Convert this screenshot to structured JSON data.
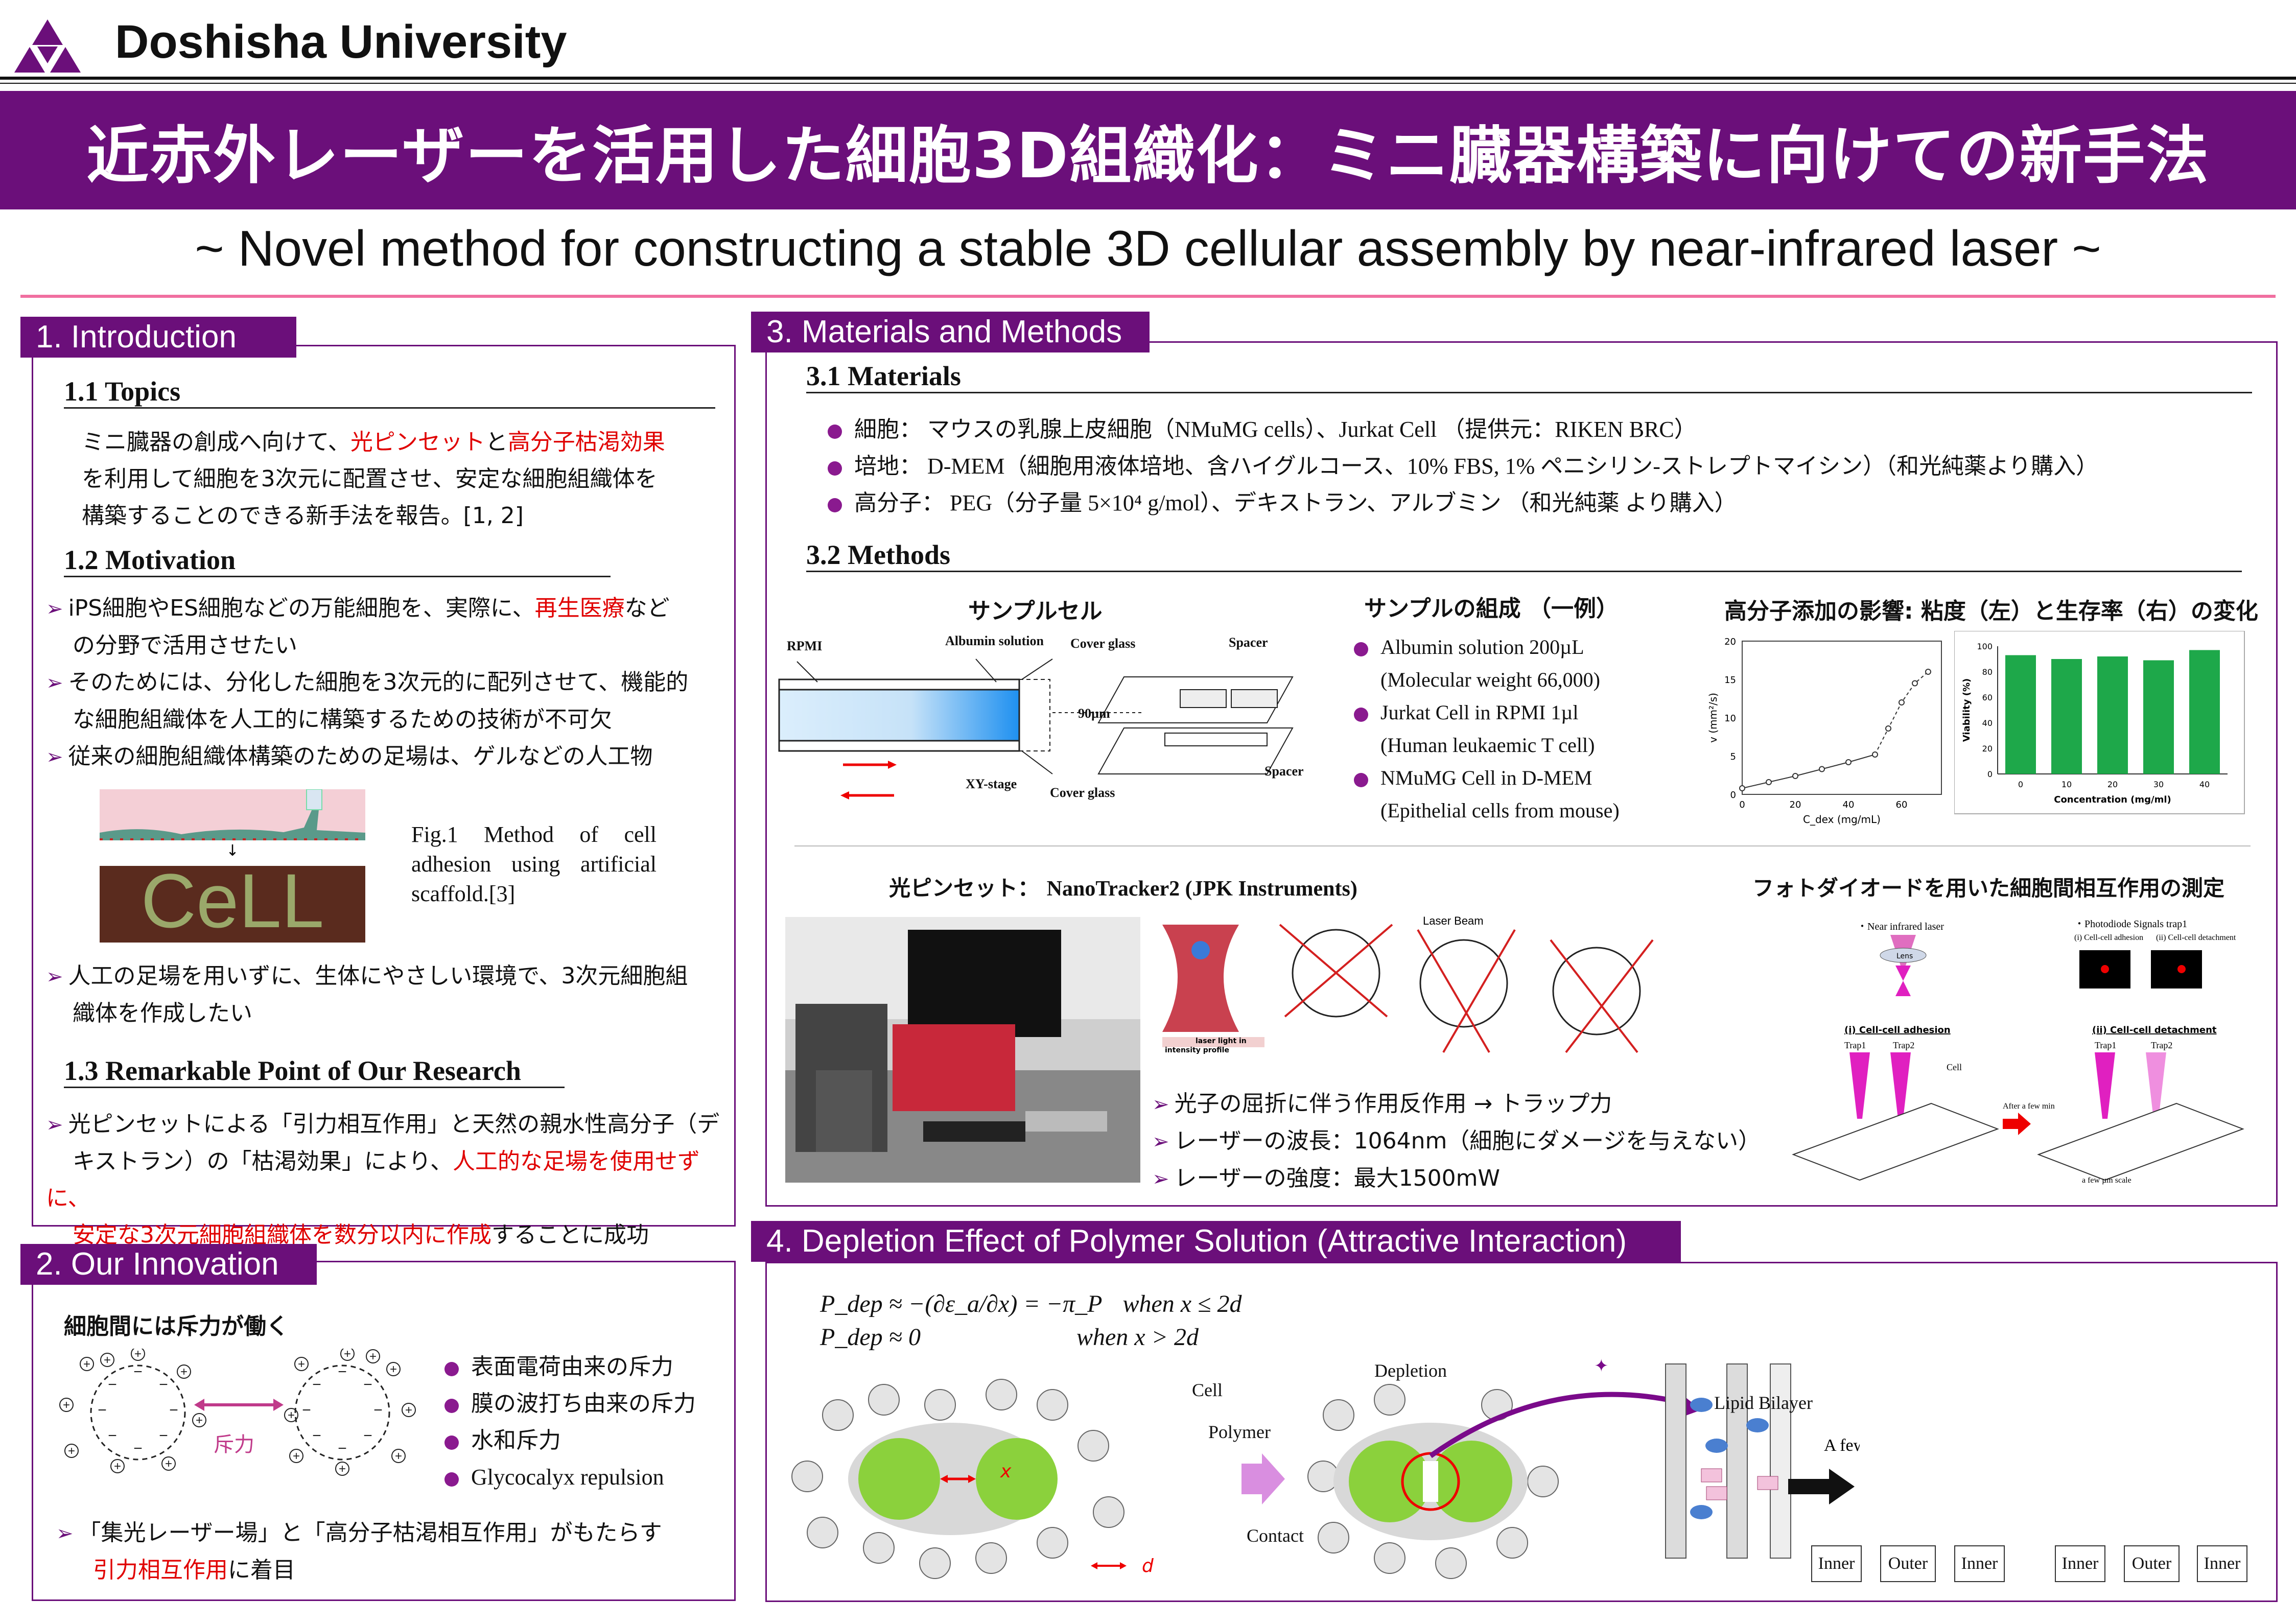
{
  "header": {
    "university": "Doshisha University"
  },
  "title": "近赤外レーザーを活用した細胞3D組織化：ミニ臓器構築に向けての新手法",
  "subtitle": "~ Novel method for constructing a stable 3D cellular assembly by near-infrared laser ~",
  "colors": {
    "brand": "#6b0f7a",
    "accent_red": "#e00000",
    "pink_rule": "#f06fa0",
    "bar_green": "#1ea84a"
  },
  "intro": {
    "tab": "1. Introduction",
    "topics_head": "1.1 Topics",
    "topics": {
      "p1": "ミニ臓器の創成へ向けて、",
      "r1": "光ピンセット",
      "p2": "と",
      "r2": "高分子枯渇効果",
      "l2": "を利用して細胞を3次元に配置させ、安定な細胞組織体を",
      "l3": "構築することのできる新手法を報告。[1, 2]"
    },
    "motivation_head": "1.2 Motivation",
    "m1a": "iPS細胞やES細胞などの万能細胞を、実際に、",
    "m1r": "再生医療",
    "m1b": "など",
    "m1c": "の分野で活用させたい",
    "m2a": "そのためには、分化した細胞を3次元的に配列させて、機能的",
    "m2b": "な細胞組織体を人工的に構築するための技術が不可欠",
    "m3": "従来の細胞組織体構築のための足場は、ゲルなどの人工物",
    "fig1": "Fig.1 Method of cell adhesion using artificial scaffold.[3]",
    "fig1_word": "CeLL",
    "m4a": "人工の足場を用いずに、生体にやさしい環境で、3次元細胞組",
    "m4b": "織体を作成したい",
    "remark_head": "1.3 Remarkable Point of Our Research",
    "r1": "光ピンセットによる「引力相互作用」と天然の親水性高分子（デ",
    "r2": "キストラン）の「枯渇効果」により、",
    "r2r": "人工的な足場を使用せずに、",
    "r3r": "安定な3次元細胞組織体を数分以内に作成",
    "r3b": "することに成功"
  },
  "innovation": {
    "tab": "2. Our Innovation",
    "head": "細胞間には斥力が働く",
    "force": "斥力",
    "items": [
      "表面電荷由来の斥力",
      "膜の波打ち由来の斥力",
      "水和斥力",
      "Glycocalyx repulsion"
    ],
    "n1": "「集光レーザー場」と「高分子枯渇相互作用」がもたらす",
    "n2r": "引力相互作用",
    "n2b": "に着目"
  },
  "methods": {
    "tab": "3. Materials and Methods",
    "mat_head": "3.1 Materials",
    "mat": [
      {
        "k": "細胞：",
        "v": "マウスの乳腺上皮細胞（NMuMG cells）、Jurkat Cell （提供元：RIKEN BRC）"
      },
      {
        "k": "培地：",
        "v": "D-MEM（細胞用液体培地、含ハイグルコース、10% FBS, 1% ペニシリン-ストレプトマイシン）（和光純薬より購入）"
      },
      {
        "k": "高分子：",
        "v": "PEG（分子量 5×10⁴ g/mol）、デキストラン、アルブミン （和光純薬 より購入）"
      }
    ],
    "meth_head": "3.2 Methods",
    "cell_title": "サンプルセル",
    "cell_labels": {
      "rpmi": "RPMI",
      "albumin": "Albumin solution",
      "cover": "Cover glass",
      "spacer": "Spacer",
      "gap": "90µm",
      "stage": "XY-stage",
      "cover2": "Cover glass",
      "spacer2": "Spacer"
    },
    "comp_title": "サンプルの組成 （一例）",
    "comp": [
      {
        "a": "Albumin solution 200µL",
        "b": "(Molecular weight 66,000)"
      },
      {
        "a": "Jurkat Cell in RPMI 1µl",
        "b": "(Human leukaemic T cell)"
      },
      {
        "a": "NMuMG Cell in D-MEM",
        "b": "(Epithelial cells from mouse)"
      }
    ],
    "effect_title": "高分子添加の影響: 粘度（左）と生存率（右）の変化",
    "tweezer_title": "光ピンセット：",
    "tweezer_model": "NanoTracker2 (JPK Instruments)",
    "laser_beam": "Laser Beam",
    "laser_light_in": "laser light in",
    "intensity_profile": "intensity profile",
    "t1": "光子の屈折に伴う作用反作用 → トラップ力",
    "t2": "レーザーの波長：1064nm（細胞にダメージを与えない）",
    "t3": "レーザーの強度：最大1500mW",
    "pd_title": "フォトダイオードを用いた細胞間相互作用の測定",
    "pd": {
      "nir": "・Near infrared laser",
      "lens": "Lens",
      "sig": "・Photodiode Signals trap1",
      "s1": "(i) Cell-cell adhesion",
      "s2": "(ii) Cell-cell detachment",
      "h1": "(i) Cell-cell adhesion",
      "h2": "(ii) Cell-cell detachment",
      "trap1": "Trap1",
      "trap2": "Trap2",
      "cell": "Cell",
      "after": "After a few min",
      "scale": "a few µm scale"
    }
  },
  "chart_data": [
    {
      "type": "scatter",
      "xlabel": "C_dex (mg/mL)",
      "ylabel": "v (mm²/s)",
      "xticks": [
        "0",
        "20",
        "40",
        "60"
      ],
      "yticks": [
        "0",
        "5",
        "10",
        "15",
        "20"
      ],
      "x": [
        0,
        10,
        20,
        30,
        40,
        50,
        55,
        60,
        65,
        70
      ],
      "y": [
        0.8,
        1.6,
        2.4,
        3.3,
        4.2,
        5.2,
        8.6,
        12,
        14.5,
        16
      ]
    },
    {
      "type": "bar",
      "xlabel": "Concentration (mg/ml)",
      "ylabel": "Viability (%)",
      "categories": [
        "0",
        "10",
        "20",
        "30",
        "40"
      ],
      "values": [
        93,
        90,
        92,
        89,
        97
      ],
      "ylim": [
        0,
        100
      ],
      "yticks": [
        "0",
        "20",
        "40",
        "60",
        "80",
        "100"
      ]
    }
  ],
  "depletion": {
    "tab": "4. Depletion Effect of Polymer Solution (Attractive Interaction)",
    "eq1a": "P_dep ≈ −(∂ε_a/∂x) = −π_P",
    "eq1b": "when  x ≤ 2d",
    "eq2a": "P_dep ≈ 0",
    "eq2b": "when  x > 2d",
    "cell": "Cell",
    "polymer": "Polymer",
    "x": "x",
    "d": "d",
    "contact": "Contact",
    "depletion": "Depletion",
    "lipid": "Lipid Bilayer",
    "fewmin": "A few minutes",
    "io": [
      "Inner",
      "Outer",
      "Inner",
      "Inner",
      "Outer",
      "Inner"
    ]
  }
}
